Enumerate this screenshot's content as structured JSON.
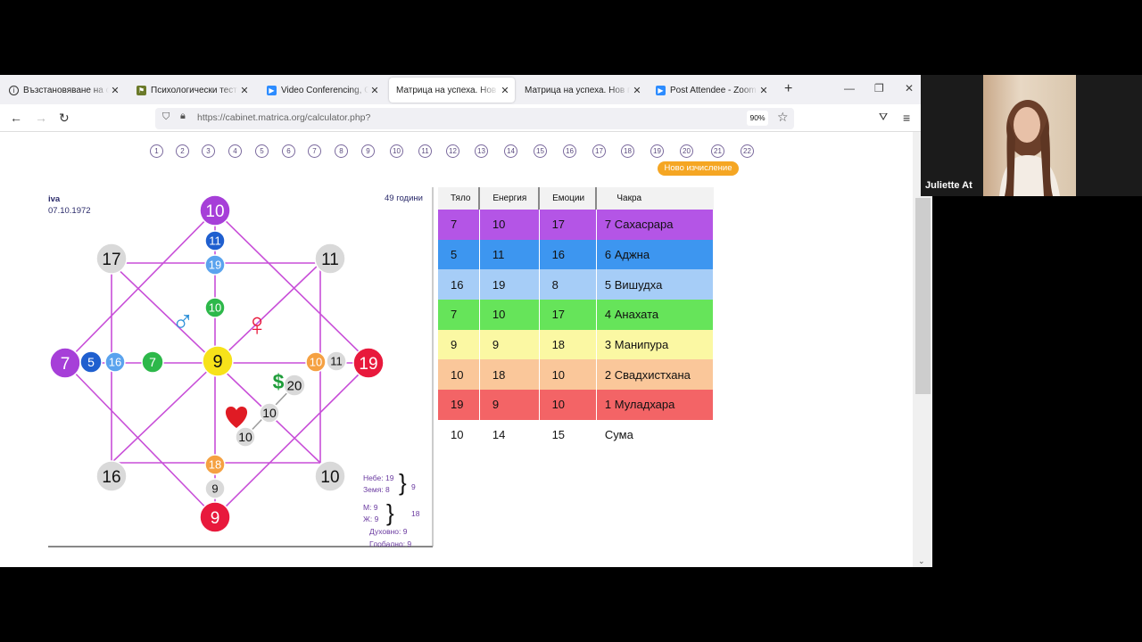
{
  "browser": {
    "tabs": [
      {
        "title": "Възстановяване на сесия",
        "icon": "info-icon",
        "active": false
      },
      {
        "title": "Психологически тест \"Р",
        "icon": "site-icon",
        "active": false
      },
      {
        "title": "Video Conferencing, Clou",
        "icon": "zoom-icon",
        "active": false
      },
      {
        "title": "Матрица на успеха. Нов про",
        "icon": "",
        "active": true
      },
      {
        "title": "Матрица на успеха. Нов про",
        "icon": "",
        "active": false
      },
      {
        "title": "Post Attendee - Zoom",
        "icon": "zoom-icon",
        "active": false
      }
    ],
    "new_tab": "+",
    "url": "https://cabinet.matrica.org/calculator.php?",
    "zoom": "90%"
  },
  "pagination": [
    "1",
    "2",
    "3",
    "4",
    "5",
    "6",
    "7",
    "8",
    "9",
    "10",
    "11",
    "12",
    "13",
    "14",
    "15",
    "16",
    "17",
    "18",
    "19",
    "20",
    "21",
    "22"
  ],
  "new_calc_label": "Ново изчисление",
  "person": {
    "name": "iva",
    "date": "07.10.1972",
    "age": "49 години"
  },
  "matrix": {
    "top": "10",
    "top_inner": [
      "11",
      "19",
      "10"
    ],
    "left": "7",
    "left_inner": [
      "5",
      "16",
      "7"
    ],
    "center": "9",
    "right": "19",
    "right_inner": [
      "10",
      "11"
    ],
    "bottom": "9",
    "bottom_inner": [
      "18",
      "9"
    ],
    "corner_top_left": "17",
    "corner_top_right": "11",
    "corner_bottom_left": "16",
    "corner_bottom_right": "10",
    "money": "20",
    "heart_line": [
      "10",
      "10"
    ],
    "colors": {
      "purple": "#a63fd8",
      "blue": "#1f5fcf",
      "lightblue": "#5aa3ee",
      "green": "#2db84a",
      "yellow": "#f7e21a",
      "orange": "#f5a142",
      "red": "#e8193c",
      "grey": "#d9d9d9",
      "line": "#c84fd8"
    }
  },
  "summary": {
    "sky": "Небе: 19",
    "earth": "Земя: 8",
    "sky_earth_total": "9",
    "male": "М: 9",
    "female": "Ж: 9",
    "mf_total": "18",
    "spiritual": "Духовно: 9",
    "global": "Глобално: 9"
  },
  "table": {
    "headers": [
      "Тяло",
      "Енергия",
      "Емоции",
      "Чакра"
    ],
    "rows": [
      {
        "body": "7",
        "energy": "10",
        "emotions": "17",
        "chakra": "7 Сахасрара",
        "color": "#b455e6"
      },
      {
        "body": "5",
        "energy": "11",
        "emotions": "16",
        "chakra": "6 Аджна",
        "color": "#3d96f0"
      },
      {
        "body": "16",
        "energy": "19",
        "emotions": "8",
        "chakra": "5 Вишудха",
        "color": "#a6cdf7"
      },
      {
        "body": "7",
        "energy": "10",
        "emotions": "17",
        "chakra": "4 Анахата",
        "color": "#66e45a"
      },
      {
        "body": "9",
        "energy": "9",
        "emotions": "18",
        "chakra": "3 Манипура",
        "color": "#fbf8a3"
      },
      {
        "body": "10",
        "energy": "18",
        "emotions": "10",
        "chakra": "2 Свадхистхана",
        "color": "#fac79a"
      },
      {
        "body": "19",
        "energy": "9",
        "emotions": "10",
        "chakra": "1 Муладхара",
        "color": "#f36466"
      },
      {
        "body": "10",
        "energy": "14",
        "emotions": "15",
        "chakra": "Сума",
        "color": "#ffffff"
      }
    ]
  },
  "video": {
    "participant": "Juliette At"
  }
}
